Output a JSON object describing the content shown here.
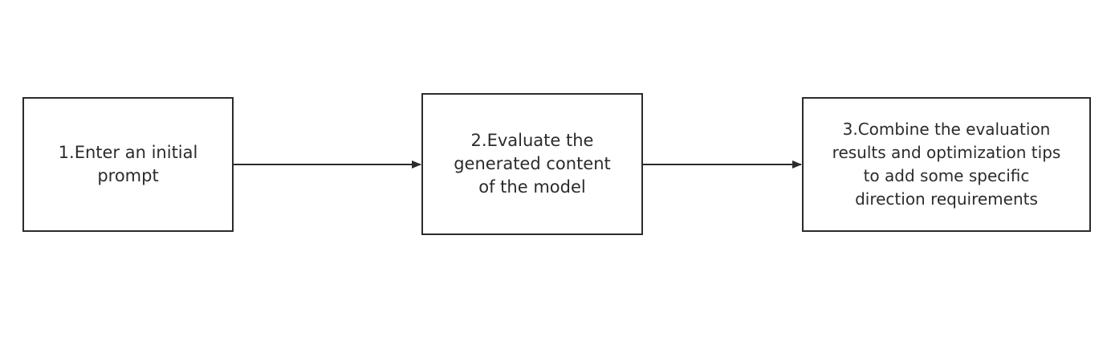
{
  "diagram": {
    "steps": [
      {
        "label": "1.Enter an initial\nprompt"
      },
      {
        "label": "2.Evaluate the\ngenerated content\nof the model"
      },
      {
        "label": "3.Combine the evaluation\nresults and optimization tips\nto add some specific\ndirection requirements"
      }
    ],
    "colors": {
      "stroke": "#2b2b2b",
      "background": "#ffffff"
    }
  }
}
